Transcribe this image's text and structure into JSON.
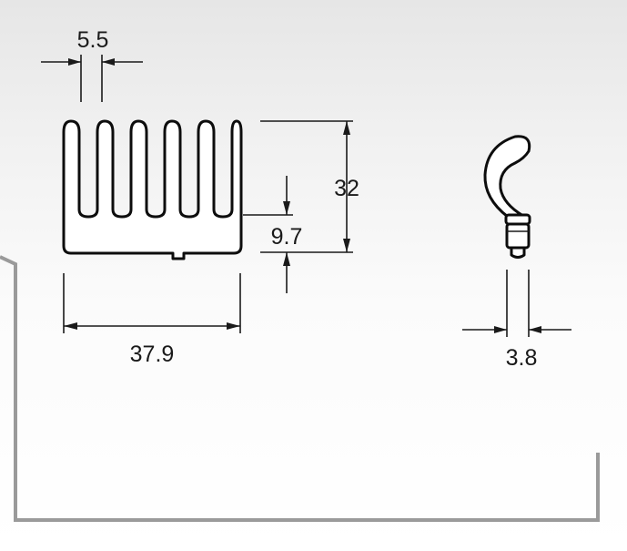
{
  "drawing": {
    "dimensions": {
      "fin_gap": "5.5",
      "total_height": "32",
      "base_thickness": "9.7",
      "total_width": "37.9",
      "clip_width": "3.8"
    }
  }
}
